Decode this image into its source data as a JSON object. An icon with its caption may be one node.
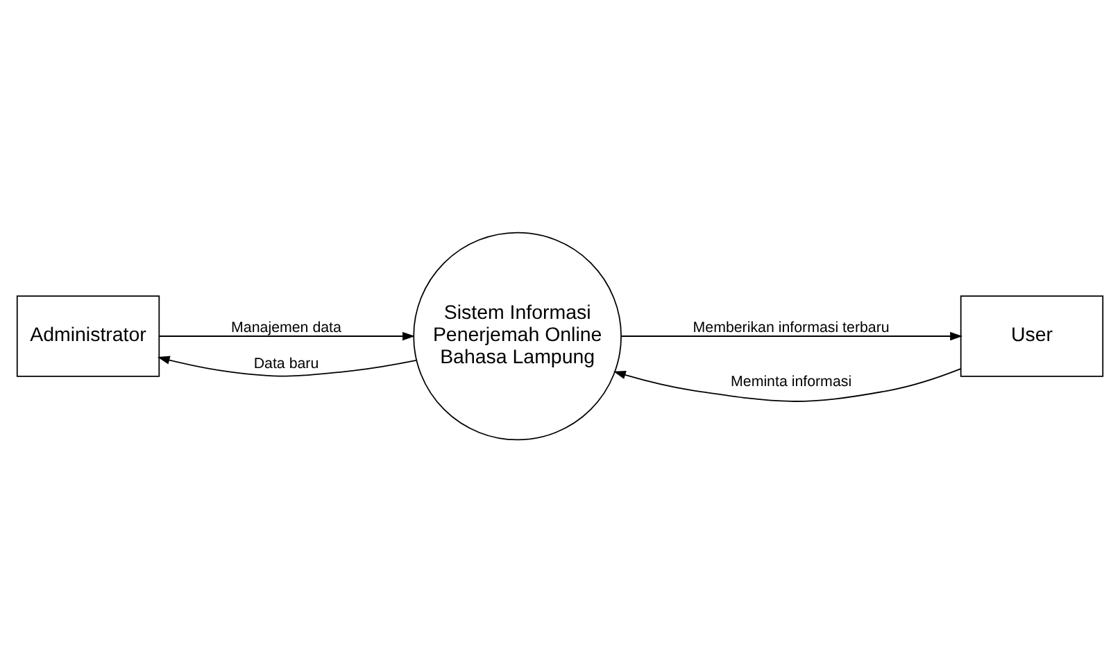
{
  "diagram": {
    "nodes": [
      {
        "text": [
          "Administrator"
        ]
      },
      {
        "text": [
          "Sistem Informasi Penerjemah Online Bahasa Lampung"
        ]
      },
      {
        "text": [
          "User"
        ]
      }
    ],
    "edges": [
      {
        "from": 0,
        "to": 1,
        "arrow": "to",
        "label": "Manajemen data"
      },
      {
        "from": 2,
        "to": 1,
        "arrow": "to",
        "label": "Meminta informasi"
      },
      {
        "from": 1,
        "to": 0,
        "arrow": "to",
        "label": "Data baru"
      },
      {
        "from": 1,
        "to": 2,
        "arrow": "to",
        "label": "Memberikan informasi terbaru"
      }
    ]
  }
}
